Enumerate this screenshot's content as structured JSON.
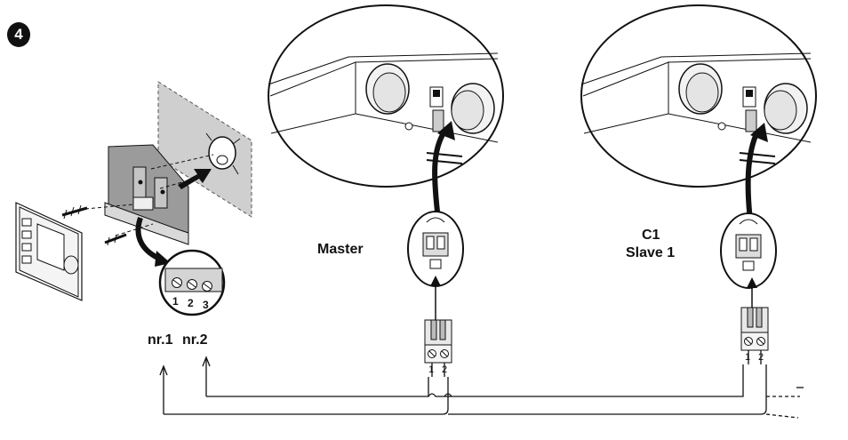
{
  "step_number": "4",
  "controller": {
    "terminal_numbers": [
      "1",
      "2",
      "3"
    ],
    "wire_labels": [
      "nr.1",
      "nr.2"
    ]
  },
  "units": [
    {
      "label_lines": [
        "Master"
      ],
      "pins": [
        "1",
        "2"
      ]
    },
    {
      "label_lines": [
        "C1",
        "Slave 1"
      ],
      "pins": [
        "1",
        "2"
      ]
    }
  ]
}
